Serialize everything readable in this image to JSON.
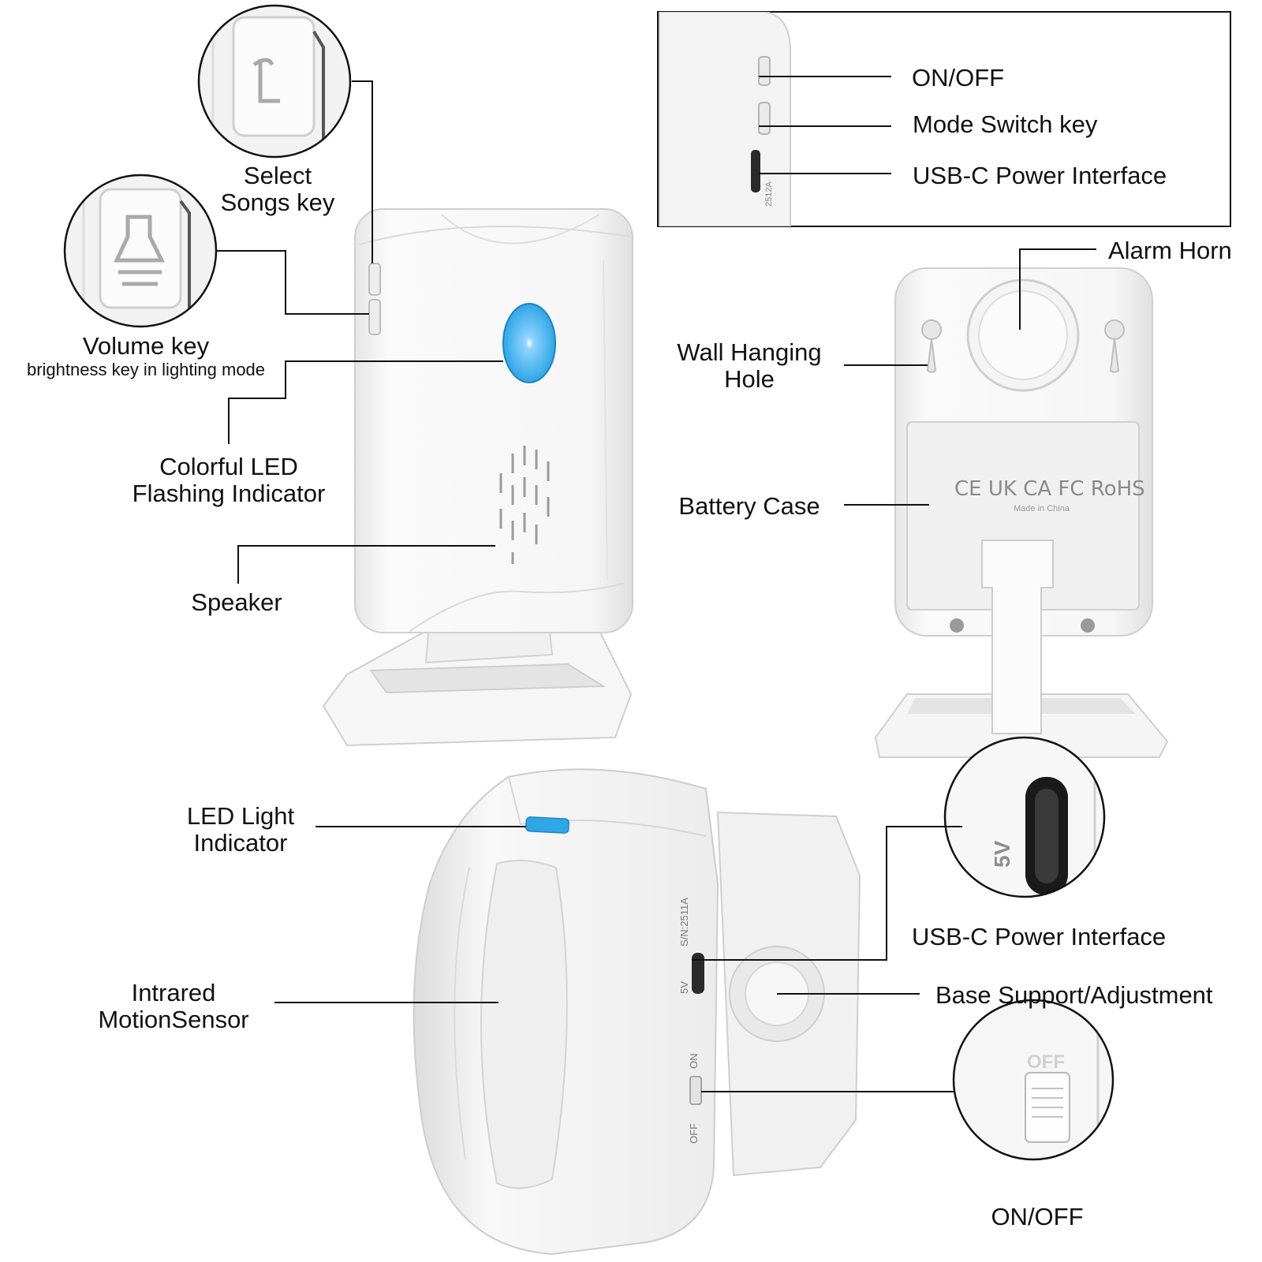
{
  "labels": {
    "select_songs_key": [
      "Select",
      "Songs key"
    ],
    "volume_key": "Volume key",
    "volume_key_sub": "brightness key in lighting mode",
    "colorful_led": [
      "Colorful LED",
      "Flashing Indicator"
    ],
    "speaker": "Speaker",
    "on_off_top": "ON/OFF",
    "mode_switch_key": "Mode Switch key",
    "usb_c_top": "USB-C Power Interface",
    "alarm_horn": "Alarm Horn",
    "wall_hanging_hole": [
      "Wall Hanging",
      "Hole"
    ],
    "battery_case": "Battery Case",
    "led_light_indicator": [
      "LED Light",
      "Indicator"
    ],
    "infrared_motion_sensor": [
      "Intrared",
      "MotionSensor"
    ],
    "usb_c_bottom": "USB-C Power Interface",
    "base_support": "Base Support/Adjustment",
    "on_off_bottom": "ON/OFF"
  },
  "device_markings": {
    "cert_marks": "CE UK CA FC RoHS",
    "made_in": "Made in China",
    "sn_receiver": "2512A",
    "sn_sensor": "S/N:2511A",
    "voltage_sensor": "5V",
    "voltage_zoom": "5V",
    "switch_on": "ON",
    "switch_off": "OFF",
    "zoom_off": "OFF"
  },
  "colors": {
    "led_blue": "#2fa6e6",
    "device_white": "#f4f4f4",
    "outline": "#c9c9c9",
    "line": "#111111"
  }
}
